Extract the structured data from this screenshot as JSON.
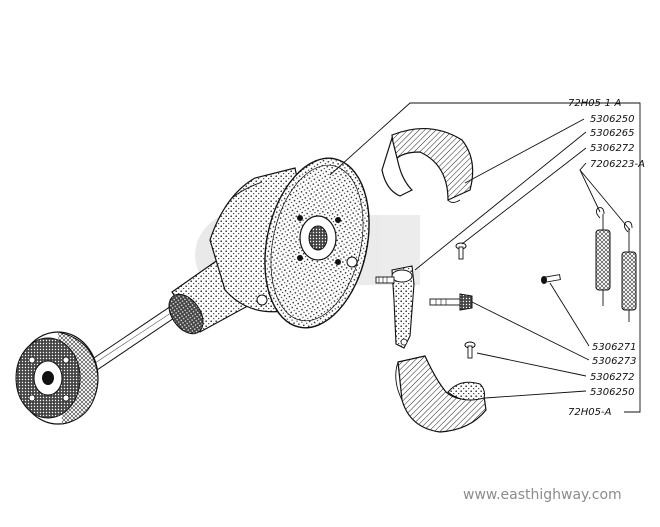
{
  "labels": {
    "upper_shoe_assembly": "72H05-1-A",
    "upper_lining": "5306250",
    "lever_pin": "5306265",
    "upper_rivet": "5306272",
    "spring": "7206223-A",
    "lever_bolt": "5306271",
    "bolt_nut": "5306273",
    "lower_rivet": "5306272",
    "lower_lining": "5306250",
    "lower_shoe_assembly": "72H05-A"
  },
  "watermark": "www.easthighway.com",
  "colors": {
    "ink": "#111111",
    "watermark": "#8c8c8c",
    "background": "#ffffff"
  }
}
